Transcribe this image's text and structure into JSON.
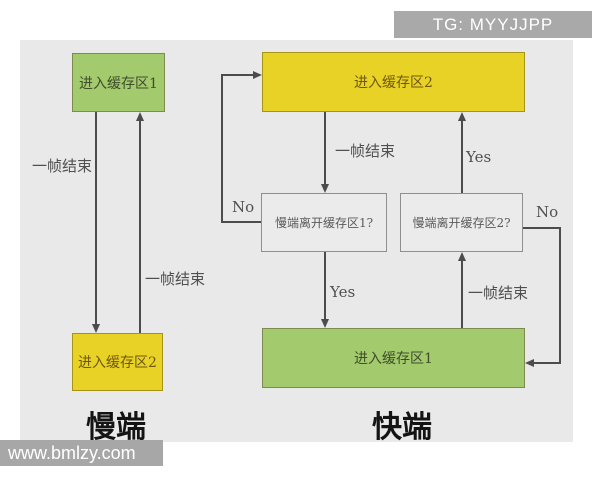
{
  "badge": {
    "label": "TG: MYYJJPP"
  },
  "watermark": {
    "label": "www.bmlzy.com"
  },
  "colors": {
    "panel_bg": "#e9e9e9",
    "green_box": "#a3ca6c",
    "yellow_box": "#e9d226",
    "line": "#4c4c4c",
    "badge_bg": "#a9a9a9"
  },
  "left_diagram": {
    "title": "慢端",
    "box_top": "进入缓存区1",
    "box_bottom": "进入缓存区2",
    "label_down": "一帧结束",
    "label_up": "一帧结束"
  },
  "right_diagram": {
    "title": "快端",
    "box_top": "进入缓存区2",
    "box_bottom": "进入缓存区1",
    "decision1": "慢端离开缓存区1?",
    "decision2": "慢端离开缓存区2?",
    "label_frame_end_top": "一帧结束",
    "label_frame_end_bottom": "一帧结束",
    "yes1": "Yes",
    "yes2": "Yes",
    "no1": "No",
    "no2": "No"
  }
}
